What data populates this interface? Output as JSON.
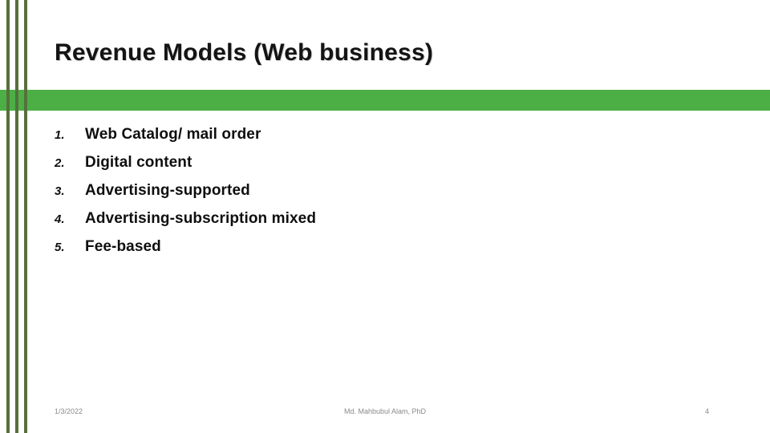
{
  "slide": {
    "title": "Revenue Models (Web business)",
    "theme": {
      "banner_color": "#4CAF45",
      "stripe_color": "#56703C",
      "background_color": "#FFFFFF",
      "title_color": "#141414",
      "body_text_color": "#0F0F0F",
      "footer_text_color": "#8A8A8A"
    },
    "body": {
      "list_type": "numbered",
      "items": [
        {
          "number": "1.",
          "label": "Web Catalog/ mail order"
        },
        {
          "number": "2.",
          "label": "Digital content"
        },
        {
          "number": "3.",
          "label": "Advertising-supported"
        },
        {
          "number": "4.",
          "label": "Advertising-subscription mixed"
        },
        {
          "number": "5.",
          "label": "Fee-based"
        }
      ]
    },
    "footer": {
      "date": "1/3/2022",
      "author": "Md. Mahbubul Alam, PhD",
      "page_number": "4"
    }
  }
}
